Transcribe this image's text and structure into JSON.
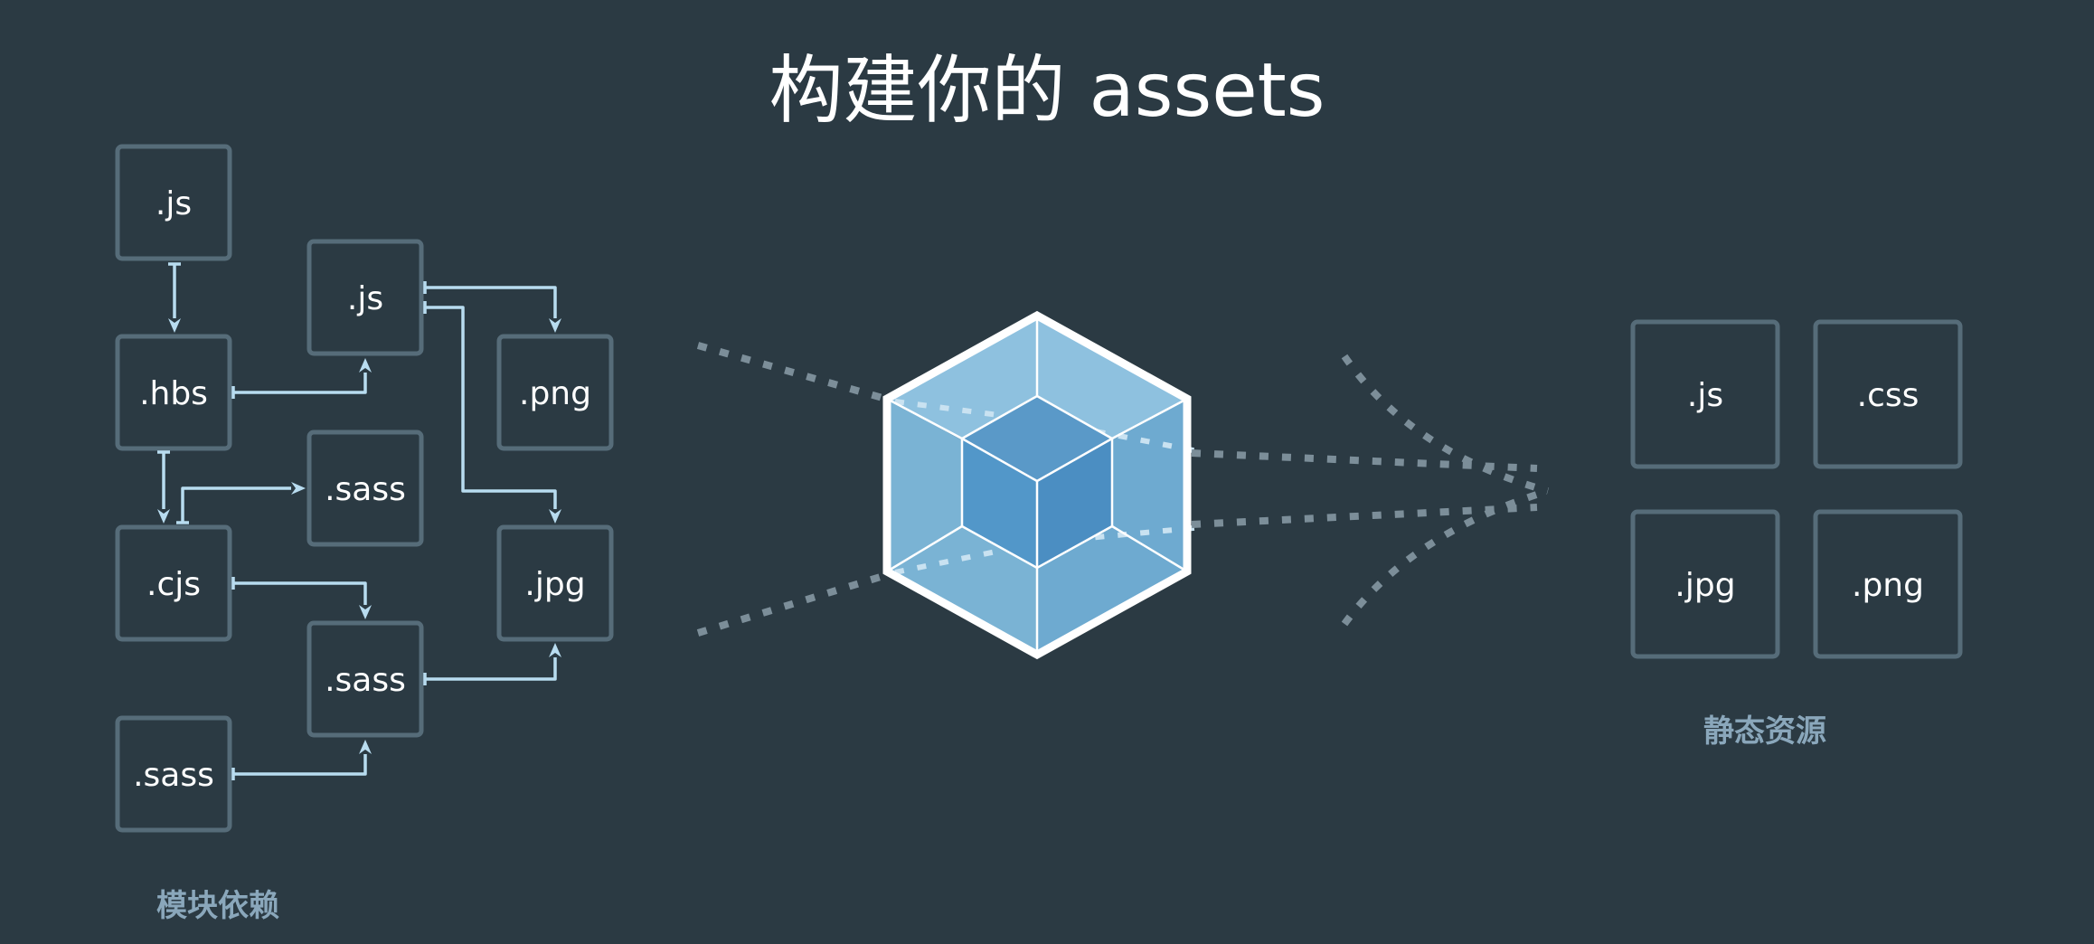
{
  "title": "构建你的 assets",
  "source_group": {
    "caption": "模块依赖",
    "modules": [
      {
        "id": "js1",
        "label": ".js"
      },
      {
        "id": "hbs",
        "label": ".hbs"
      },
      {
        "id": "cjs",
        "label": ".cjs"
      },
      {
        "id": "sass3",
        "label": ".sass"
      },
      {
        "id": "js2",
        "label": ".js"
      },
      {
        "id": "sass1",
        "label": ".sass"
      },
      {
        "id": "sass2",
        "label": ".sass"
      },
      {
        "id": "png",
        "label": ".png"
      },
      {
        "id": "jpg",
        "label": ".jpg"
      }
    ],
    "dependencies": [
      {
        "from": "js1",
        "to": "hbs"
      },
      {
        "from": "hbs",
        "to": "js2"
      },
      {
        "from": "hbs",
        "to": "cjs"
      },
      {
        "from": "cjs",
        "to": "sass1"
      },
      {
        "from": "cjs",
        "to": "sass2"
      },
      {
        "from": "sass3",
        "to": "sass2"
      },
      {
        "from": "js2",
        "to": "png"
      },
      {
        "from": "js2",
        "to": "jpg"
      },
      {
        "from": "sass2",
        "to": "jpg"
      }
    ]
  },
  "bundler": {
    "icon": "webpack-cube-icon"
  },
  "output_group": {
    "caption": "静态资源",
    "assets": [
      {
        "id": "out_js",
        "label": ".js"
      },
      {
        "id": "out_css",
        "label": ".css"
      },
      {
        "id": "out_jpg",
        "label": ".jpg"
      },
      {
        "id": "out_png",
        "label": ".png"
      }
    ]
  },
  "colors": {
    "background": "#2b3a43",
    "box_border": "#566c79",
    "arrow": "#b8dcf0",
    "caption": "#8aa7bb",
    "flow_dots": "#7c8e99",
    "cube_light": "#8ec1df",
    "cube_dark": "#4b8ec2"
  }
}
